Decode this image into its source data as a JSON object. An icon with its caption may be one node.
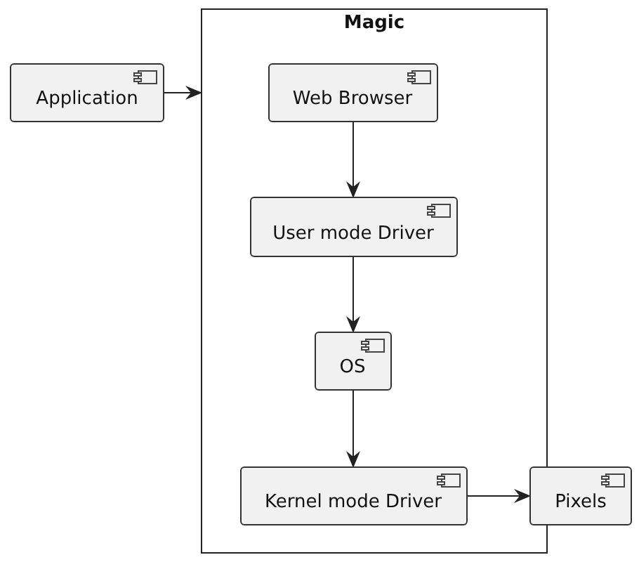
{
  "diagram": {
    "nodes": [
      {
        "text": [
          "Magic"
        ]
      },
      {
        "text": [
          "Application"
        ]
      },
      {
        "text": [
          "Web Browser"
        ],
        "in": 0
      },
      {
        "text": [
          "User mode Driver"
        ],
        "in": 0
      },
      {
        "text": [
          "OS"
        ],
        "in": 0
      },
      {
        "text": [
          "Kernel mode Driver"
        ],
        "in": 0
      },
      {
        "text": [
          "Pixels"
        ]
      }
    ],
    "edges": [
      {
        "from": 1,
        "to": 0,
        "arrow": "to"
      },
      {
        "from": 2,
        "to": 3,
        "arrow": "to"
      },
      {
        "from": 3,
        "to": 4,
        "arrow": "to"
      },
      {
        "from": 4,
        "to": 5,
        "arrow": "to"
      },
      {
        "from": 5,
        "to": 6,
        "arrow": "to"
      }
    ]
  }
}
